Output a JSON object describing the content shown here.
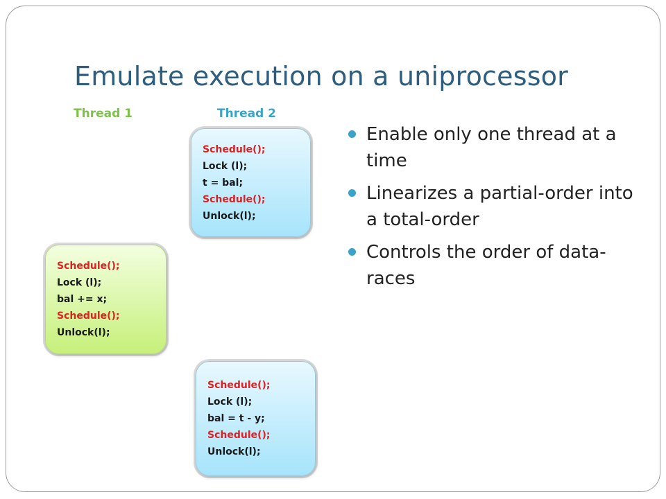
{
  "title": "Emulate execution on a uniprocessor",
  "thread_labels": {
    "thread1": "Thread 1",
    "thread2": "Thread 2"
  },
  "boxes": [
    {
      "lines": [
        "Schedule();",
        "Lock (l);",
        "t = bal;",
        "Schedule();",
        "Unlock(l);"
      ]
    },
    {
      "lines": [
        "Schedule();",
        "Lock (l);",
        "bal += x;",
        "Schedule();",
        "Unlock(l);"
      ]
    },
    {
      "lines": [
        "Schedule();",
        "Lock (l);",
        "bal = t - y;",
        "Schedule();",
        "Unlock(l);"
      ]
    }
  ],
  "bullets": [
    "Enable only one thread at a time",
    "Linearizes a partial-order into a total-order",
    "Controls the order of data-races"
  ],
  "colors": {
    "title": "#2f5d7e",
    "thread1": "#7cc24a",
    "thread2": "#3aa3c8",
    "schedule_call": "#e02020",
    "bullet": "#3aa3c8"
  }
}
